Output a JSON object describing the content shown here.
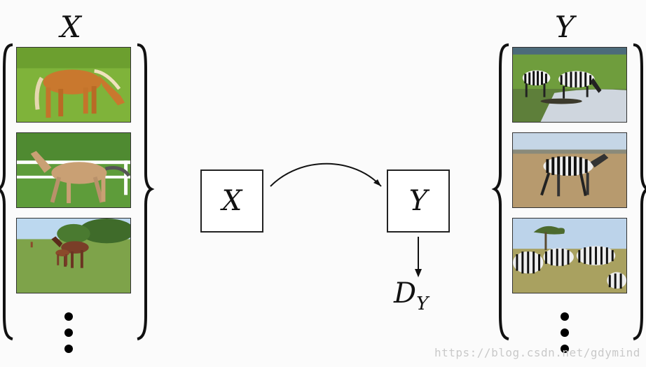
{
  "left_set": {
    "label": "X",
    "images": [
      "horse-grazing",
      "horse-running",
      "horses-in-field"
    ]
  },
  "right_set": {
    "label": "Y",
    "images": [
      "zebras-at-water",
      "zebra-walking",
      "zebra-herd"
    ]
  },
  "mapping": {
    "source_box": "X",
    "target_box": "Y"
  },
  "discriminator": {
    "symbol": "D",
    "subscript": "Y"
  },
  "watermark": "https://blog.csdn.net/gdymind",
  "colors": {
    "stroke": "#111111",
    "box_border": "#222222",
    "watermark": "#c9c9c9"
  }
}
